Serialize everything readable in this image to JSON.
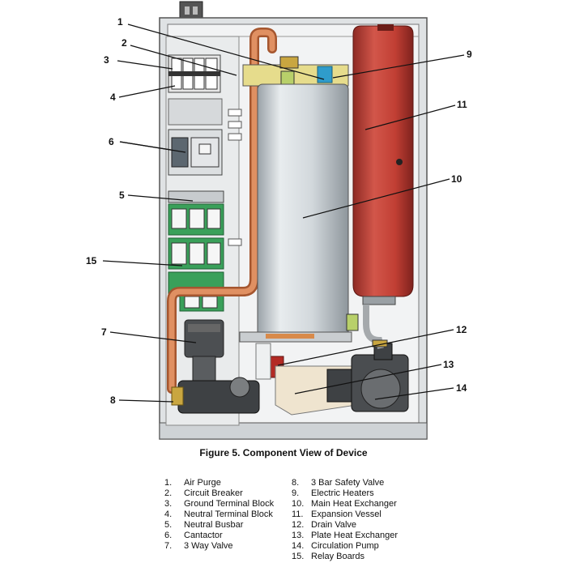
{
  "caption": "Figure 5. Component View of Device",
  "callouts": [
    "1",
    "2",
    "3",
    "4",
    "6",
    "5",
    "15",
    "7",
    "8",
    "9",
    "11",
    "10",
    "12",
    "13",
    "14"
  ],
  "legend_left": [
    {
      "num": "1.",
      "label": "Air Purge"
    },
    {
      "num": "2.",
      "label": "Circuit Breaker"
    },
    {
      "num": "3.",
      "label": "Ground Terminal Block"
    },
    {
      "num": "4.",
      "label": "Neutral Terminal Block"
    },
    {
      "num": "5.",
      "label": "Neutral Busbar"
    },
    {
      "num": "6.",
      "label": "Cantactor"
    },
    {
      "num": "7.",
      "label": "3 Way Valve"
    }
  ],
  "legend_right": [
    {
      "num": "8.",
      "label": "3 Bar Safety Valve"
    },
    {
      "num": "9.",
      "label": "Electric Heaters"
    },
    {
      "num": "10.",
      "label": "Main Heat Exchanger"
    },
    {
      "num": "11.",
      "label": "Expansion Vessel"
    },
    {
      "num": "12.",
      "label": "Drain Valve"
    },
    {
      "num": "13.",
      "label": "Plate Heat Exchanger"
    },
    {
      "num": "14.",
      "label": "Circulation Pump"
    },
    {
      "num": "15.",
      "label": "Relay Boards"
    }
  ],
  "colors": {
    "copper": "#d07a4c",
    "vessel_red": "#c4463c",
    "green_board": "#3aa05a",
    "cylinder": "#d7dde0",
    "frame": "#cfd3d6"
  }
}
